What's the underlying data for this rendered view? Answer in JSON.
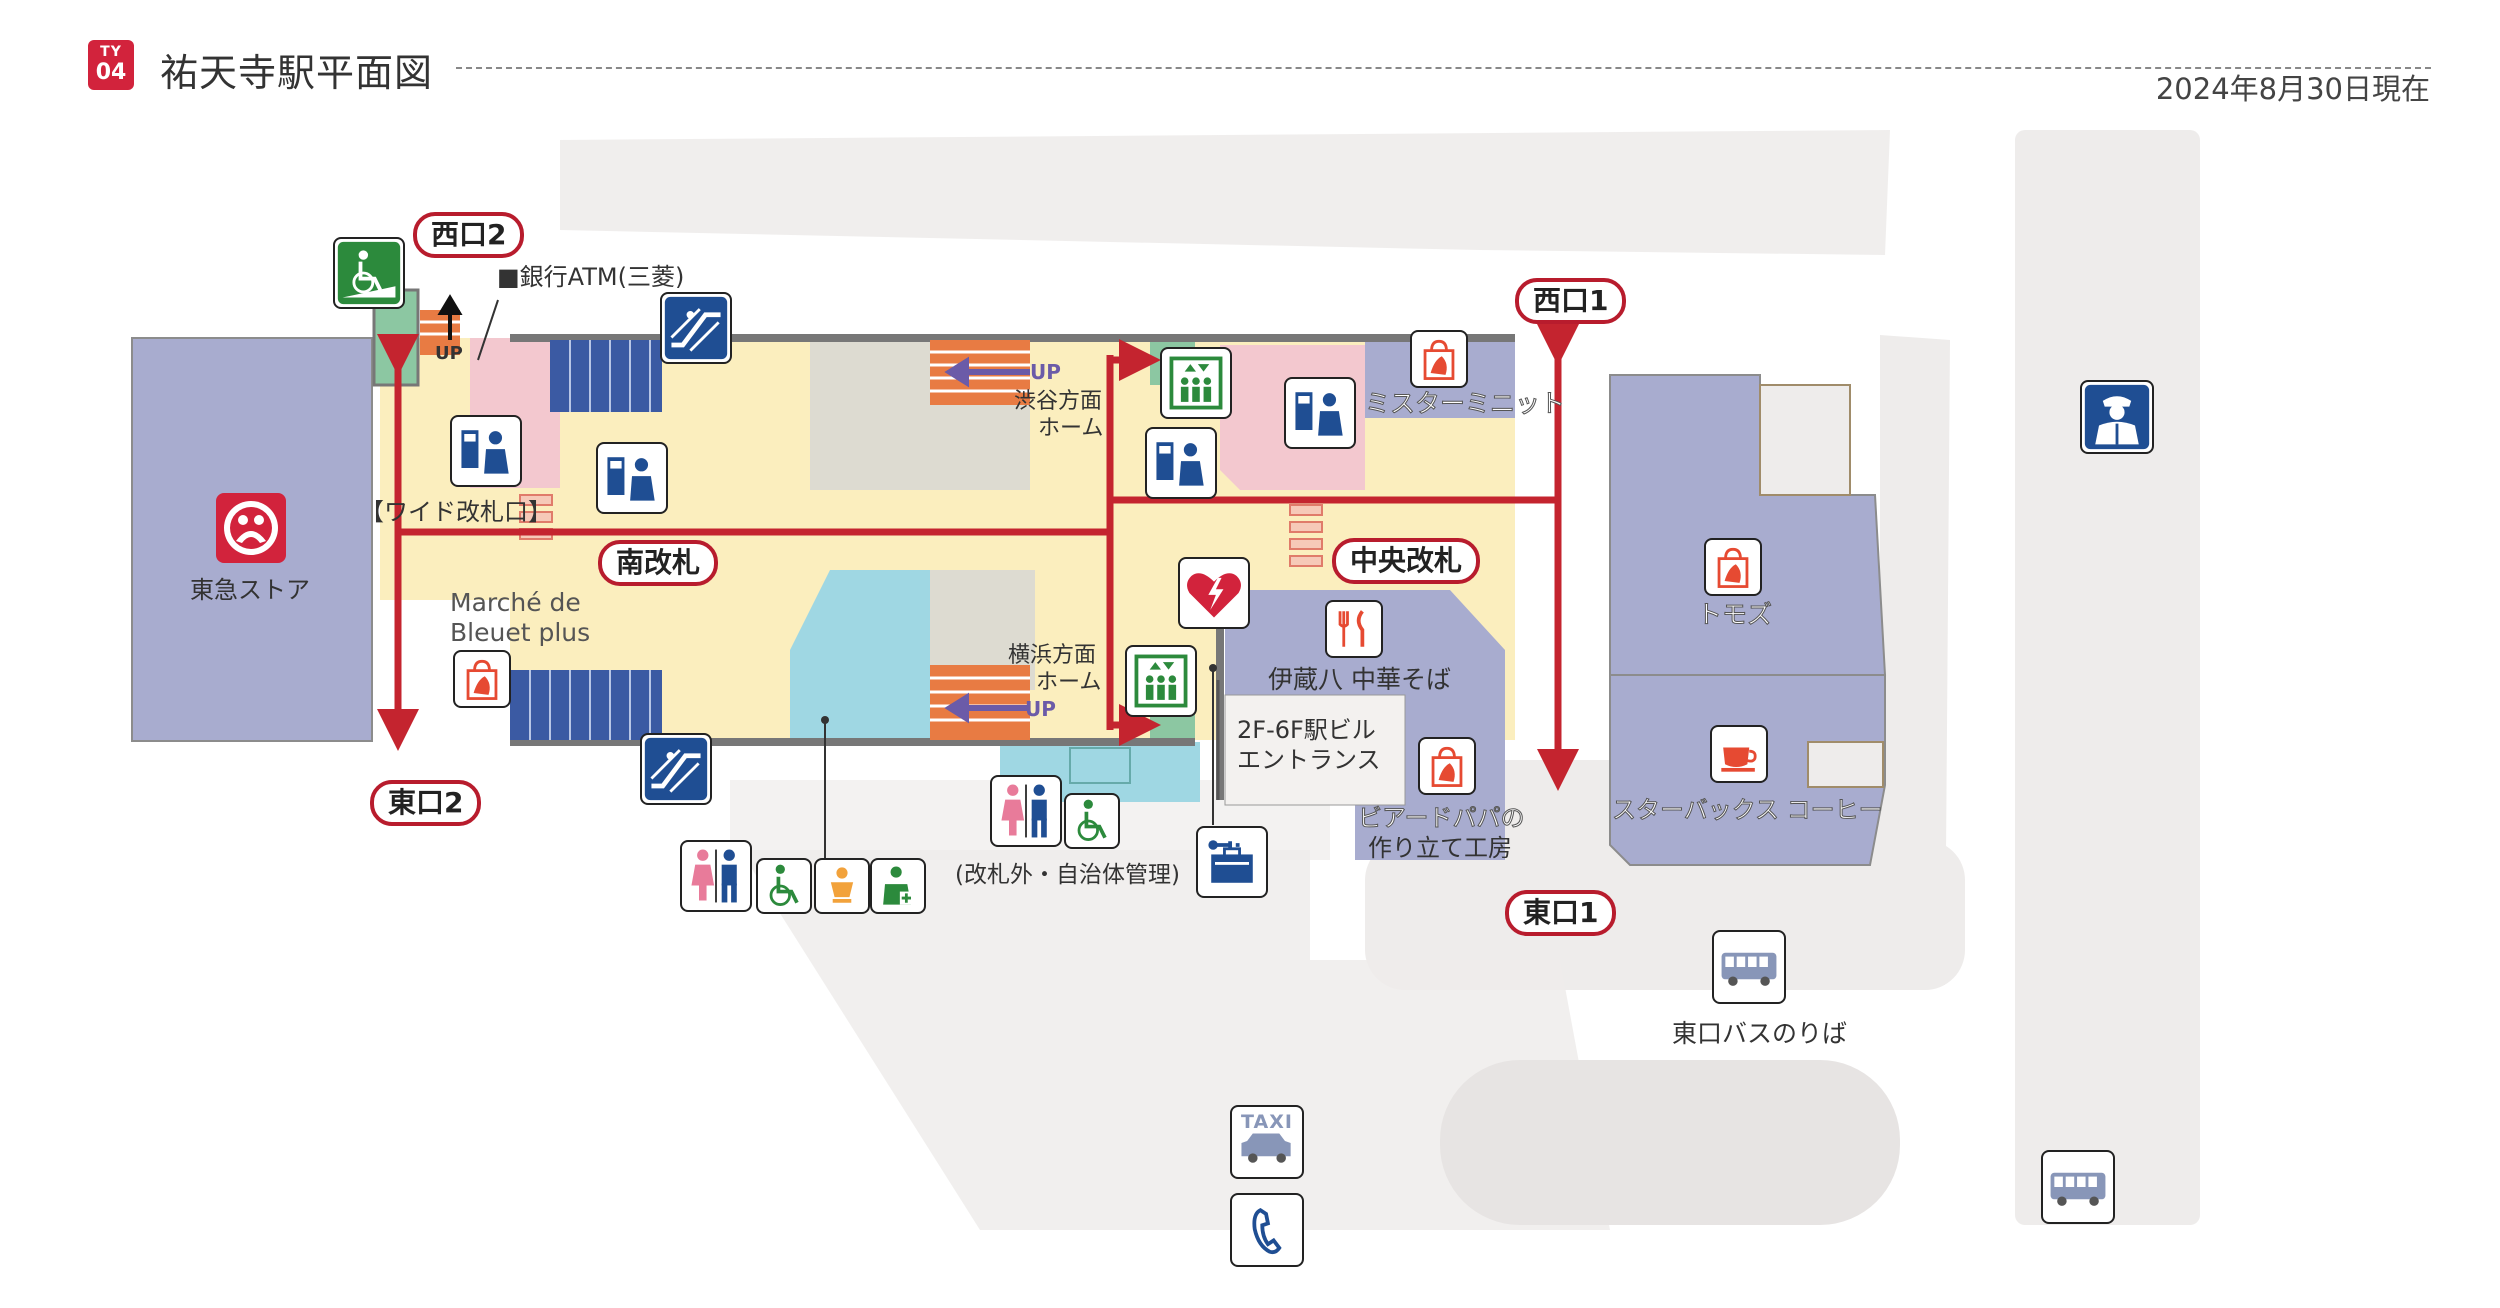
{
  "header": {
    "badge_line": "TY",
    "badge_number": "04",
    "title": "祐天寺駅平面図",
    "date": "2024年8月30日現在"
  },
  "exits": {
    "west2": "西口2",
    "west1": "西口1",
    "east2": "東口2",
    "east1": "東口1"
  },
  "gates": {
    "south": "南改札",
    "central": "中央改札",
    "wide": "【ワイド改札口】"
  },
  "platforms": {
    "shibuya_line1": "渋谷方面",
    "shibuya_line2": "ホーム",
    "yokohama_line1": "横浜方面",
    "yokohama_line2": "ホーム",
    "up": "UP"
  },
  "facilities": {
    "atm": "■銀行ATM(三菱)",
    "tokyu_store": "東急ストア",
    "marche_line1": "Marché de",
    "marche_line2": "Bleuet plus",
    "mister_minit": "ミスターミニット",
    "izohachi": "伊蔵八 中華そば",
    "building_line1": "2F-6F駅ビル",
    "building_line2": "エントランス",
    "beard_line1": "ビアードパパの",
    "beard_line2": "作り立て工房",
    "tomods": "トモズ",
    "starbucks": "スターバックス コーヒー",
    "toilet_note": "(改札外・自治体管理)",
    "bus_stop": "東口バスのりば",
    "taxi": "TAXI"
  },
  "colors": {
    "brand_red": "#d2233c",
    "route_red": "#c4242f",
    "concourse": "#fbeebe",
    "shop_purple": "#a8accf",
    "pink_area": "#f3c8cf",
    "cyan_area": "#9fd7e3",
    "stairs": "#e87b43",
    "escalator_blue": "#1f4e93",
    "accessible_green": "#2c8a3c",
    "ground_gray": "#eeeceb"
  },
  "icons": [
    "tokyu-store-logo-icon",
    "accessible-slope-icon",
    "escalator-icon",
    "ticket-machine-icon",
    "elevator-icon",
    "shopping-bag-icon",
    "aed-icon",
    "restaurant-icon",
    "cafe-icon",
    "restroom-icon",
    "wheelchair-icon",
    "baby-icon",
    "first-aid-icon",
    "locker-icon",
    "bus-icon",
    "taxi-icon",
    "telephone-icon",
    "police-box-icon"
  ]
}
